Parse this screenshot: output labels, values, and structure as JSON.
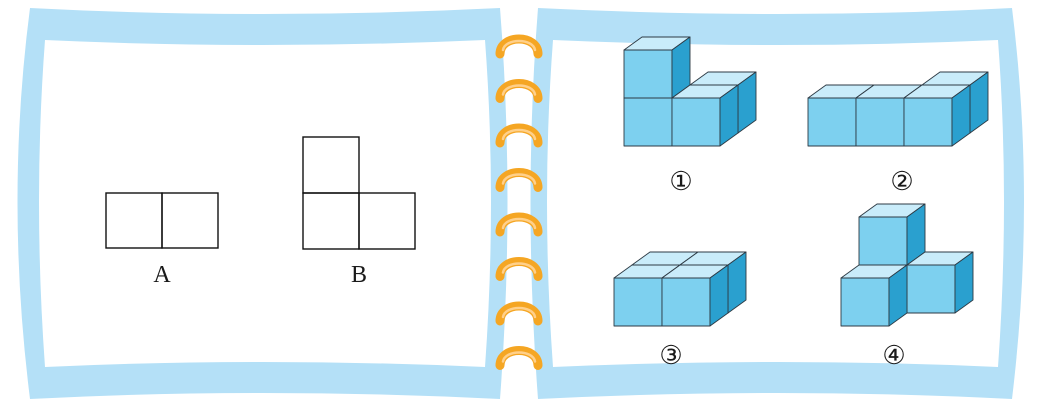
{
  "colors": {
    "frame": "#b4e0f7",
    "page": "#ffffff",
    "ring": "#f5a623",
    "cube_front": "#7dd0ef",
    "cube_top": "#c9ecfa",
    "cube_side": "#2aa0cf",
    "cube_edge": "#2d3a44",
    "outline": "#111111"
  },
  "left_page": {
    "figures": [
      {
        "id": "A",
        "label": "A"
      },
      {
        "id": "B",
        "label": "B"
      }
    ]
  },
  "right_page": {
    "figures": [
      {
        "id": "1",
        "label": "①"
      },
      {
        "id": "2",
        "label": "②"
      },
      {
        "id": "3",
        "label": "③"
      },
      {
        "id": "4",
        "label": "④"
      }
    ]
  },
  "binding": {
    "ring_count": 8
  }
}
